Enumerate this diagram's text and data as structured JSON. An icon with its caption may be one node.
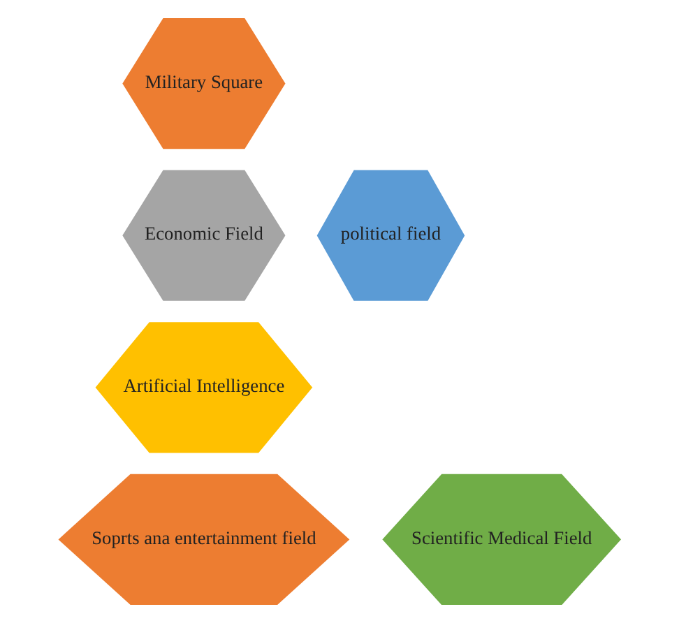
{
  "diagram": {
    "nodes": [
      {
        "text": [
          "Military Square"
        ]
      },
      {
        "text": [
          "Economic Field"
        ]
      },
      {
        "text": [
          "political field"
        ]
      },
      {
        "text": [
          "Artificial Intelligence"
        ]
      },
      {
        "text": [
          "Soprts ana entertainment field"
        ]
      },
      {
        "text": [
          "Scientific Medical Field"
        ]
      }
    ]
  }
}
